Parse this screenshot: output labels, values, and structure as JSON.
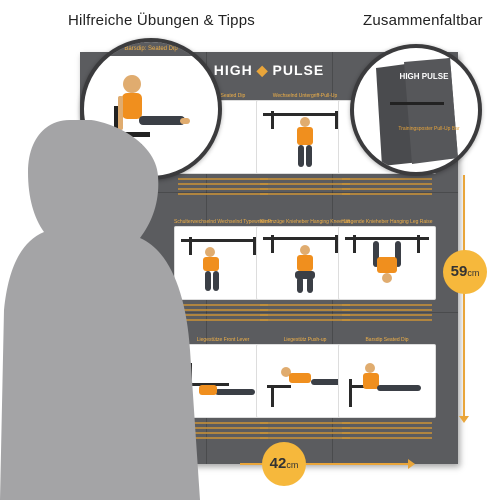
{
  "headings": {
    "left": "Hilfreiche Übungen & Tipps",
    "right": "Zusammenfaltbar"
  },
  "poster": {
    "brand_left": "HIGH",
    "brand_right": "PULSE",
    "cards": [
      {
        "title": "Barsdip: Seated Dip"
      },
      {
        "title": "Wechselnd Untergriff-Pull-Up"
      },
      {
        "title": ""
      },
      {
        "title": "Schulterwechselnd Wechselnd Typewriter Pull-Up"
      },
      {
        "title": "Klimmzüge Knieheber Hanging Knee Lift"
      },
      {
        "title": "Hängende Knieheber Hanging Leg Raise"
      },
      {
        "title": "Liegestütze Front Lever"
      },
      {
        "title": "Liegestütz Push-up"
      },
      {
        "title": "Barsdip Seated Dip"
      }
    ]
  },
  "zoom_left": {
    "title": "Barsdip: Seated Dip"
  },
  "zoom_right": {
    "brand": "HIGH PULSE",
    "subtitle": "Trainingsposter Pull-Up Bar"
  },
  "dimensions": {
    "height_value": "59",
    "height_unit": "cm",
    "width_value": "42",
    "width_unit": "cm"
  },
  "colors": {
    "accent": "#f6b83c",
    "poster": "#5b5c5f",
    "silhouette": "#a4a4a6"
  }
}
